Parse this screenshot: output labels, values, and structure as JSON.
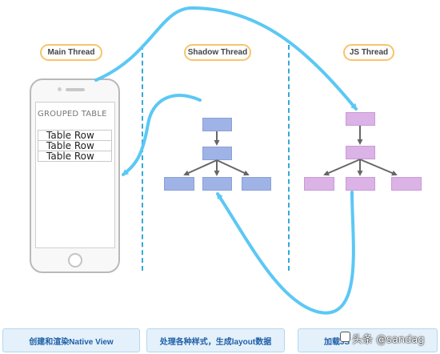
{
  "threads": {
    "main": "Main Thread",
    "shadow": "Shadow Thread",
    "js": "JS Thread"
  },
  "phone": {
    "header": "GROUPED TABLE",
    "rows": [
      "Table Row",
      "Table Row",
      "Table Row"
    ]
  },
  "captions": {
    "main": "创建和渲染Native View",
    "shadow": "处理各种样式，生成layout数据",
    "js": "加载JS"
  },
  "watermark": "头条 @sandag",
  "colors": {
    "arrow": "#5bc8f5",
    "divider": "#36a9d6",
    "shadow_nodes": "#9fb3e6",
    "js_nodes": "#dcb3e6",
    "pill_border": "#f7c46c"
  }
}
